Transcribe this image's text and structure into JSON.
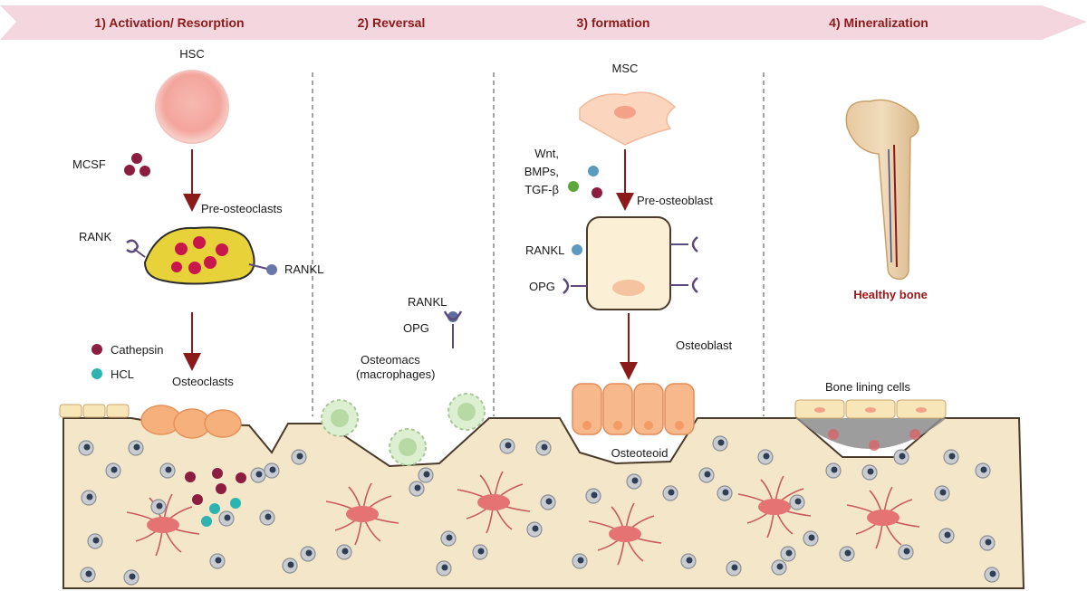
{
  "stages": [
    {
      "id": "activation",
      "label": "1) Activation/ Resorption"
    },
    {
      "id": "reversal",
      "label": "2) Reversal"
    },
    {
      "id": "formation",
      "label": "3) formation"
    },
    {
      "id": "mineralization",
      "label": "4) Mineralization"
    }
  ],
  "labels": {
    "hsc": "HSC",
    "mcsf": "MCSF",
    "pre_osteoclasts": "Pre-osteoclasts",
    "rank": "RANK",
    "rankl_1": "RANKL",
    "cathepsin": "Cathepsin",
    "hcl": "HCL",
    "osteoclasts": "Osteoclasts",
    "rankl_2": "RANKL",
    "opg_1": "OPG",
    "osteomacs": "Osteomacs",
    "macrophages": "(macrophages)",
    "msc": "MSC",
    "wnt": "Wnt,",
    "bmps": "BMPs,",
    "tgf": "TGF-β",
    "pre_osteoblast": "Pre-osteoblast",
    "rankl_3": "RANKL",
    "opg_2": "OPG",
    "osteoblast": "Osteoblast",
    "osteoteoid": "Osteoteoid",
    "healthy_bone": "Healthy bone",
    "bone_lining": "Bone lining cells"
  },
  "colors": {
    "banner": "#f3d6de",
    "bone_matrix": "#f4e6c8",
    "dark_red": "#8b1a1a",
    "cathepsin": "#8c1d40",
    "hcl": "#2cb5b0",
    "hsc": "#f2a7a0",
    "preosteoclast": "#e8d23a",
    "osteoclast": "#f6b07c",
    "macrophage": "#d5ebc8",
    "osteoblast": "#f4b07c",
    "osteocyte": "#e57373"
  }
}
